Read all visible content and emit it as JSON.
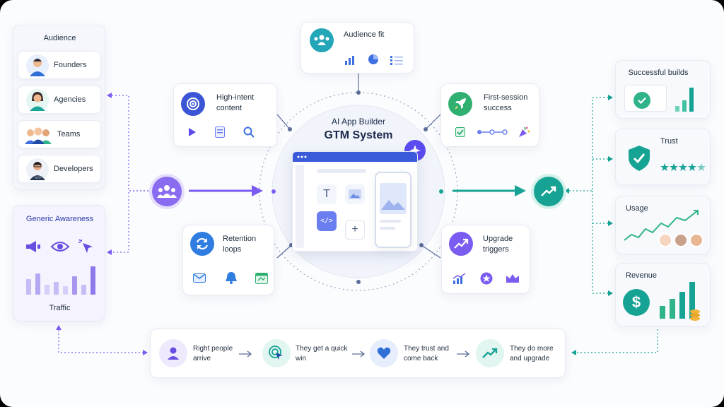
{
  "audience": {
    "title": "Audience",
    "items": [
      "Founders",
      "Agencies",
      "Teams",
      "Developers"
    ]
  },
  "awareness": {
    "title": "Generic Awareness",
    "footer": "Traffic"
  },
  "center": {
    "line1": "AI App Builder",
    "line2": "GTM System"
  },
  "modules": {
    "audience_fit": "Audience fit",
    "high_intent": [
      "High-intent",
      "content"
    ],
    "first_session": [
      "First-session",
      "success"
    ],
    "retention": [
      "Retention",
      "loops"
    ],
    "upgrade": [
      "Upgrade",
      "triggers"
    ]
  },
  "outcomes": {
    "builds": "Successful builds",
    "trust": "Trust",
    "usage": "Usage",
    "revenue": "Revenue"
  },
  "journey": [
    [
      "Right people",
      "arrive"
    ],
    [
      "They get a quick",
      "win"
    ],
    [
      "They trust and",
      "come back"
    ],
    [
      "They do more",
      "and upgrade"
    ]
  ],
  "colors": {
    "purple": "#7b5cf0",
    "blue": "#3d6fe0",
    "teal": "#16a394",
    "green": "#2fb48a"
  }
}
